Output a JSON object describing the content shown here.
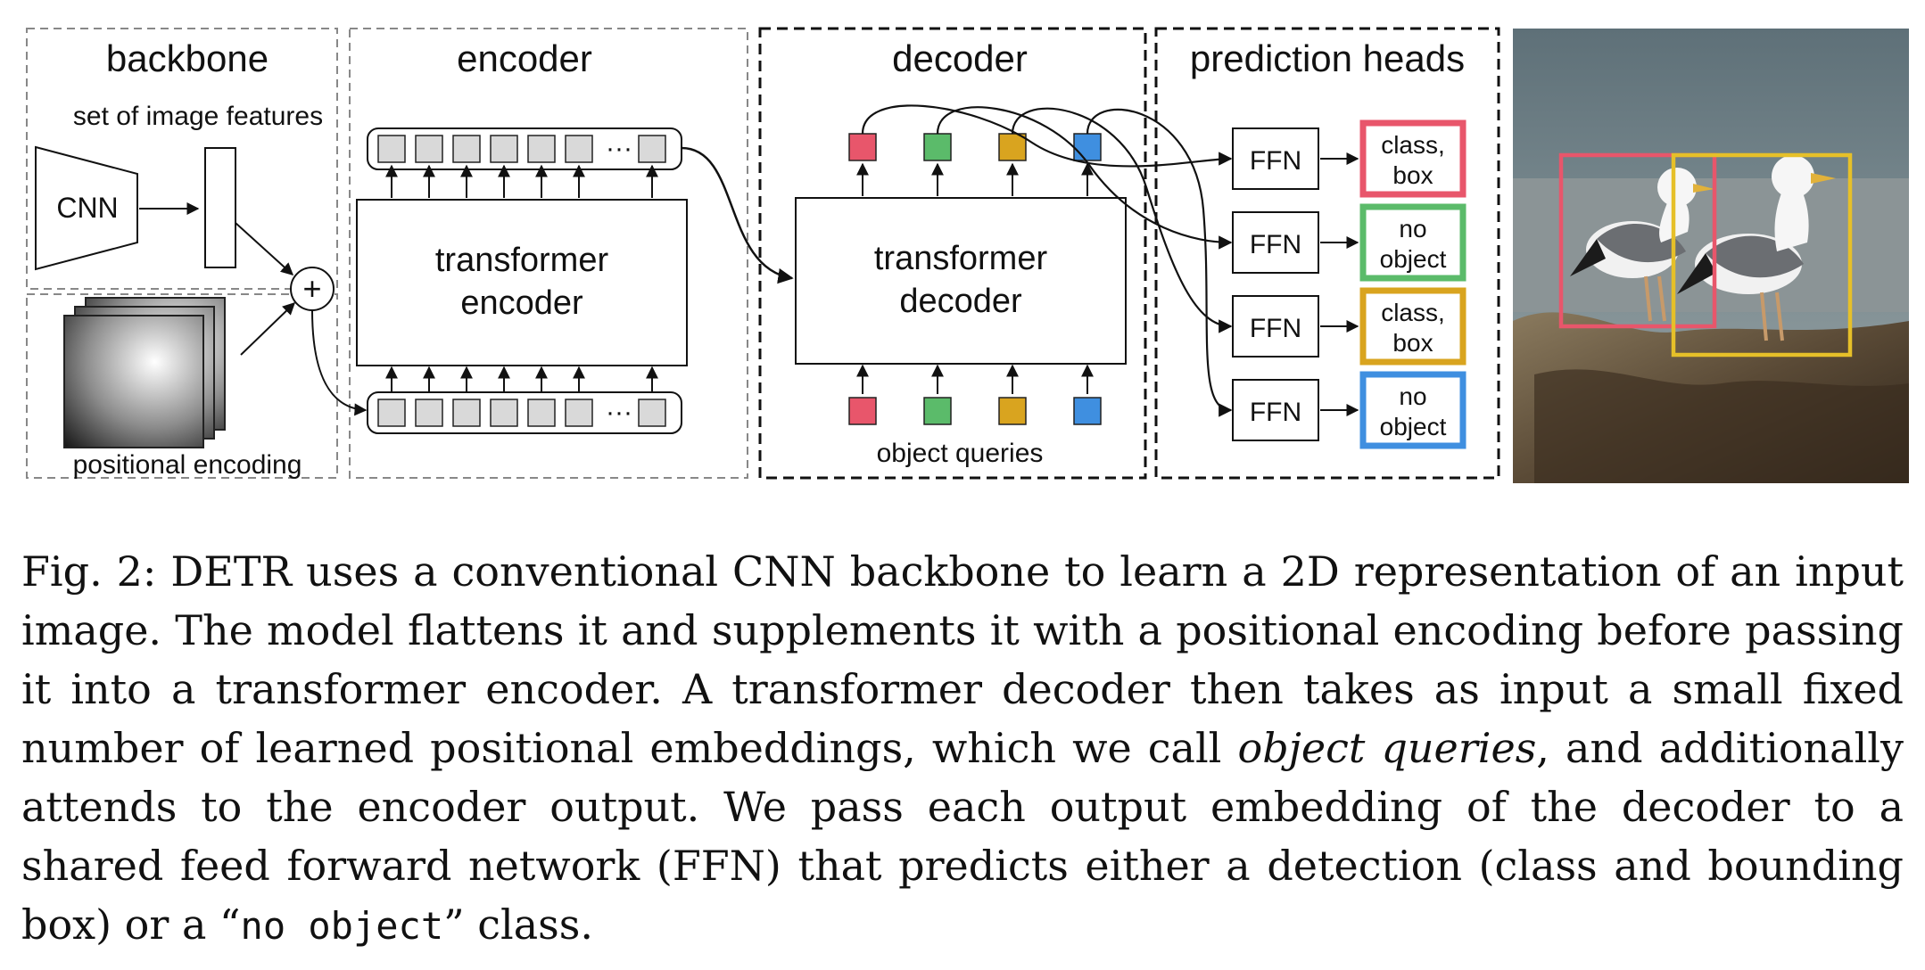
{
  "figure": {
    "sections": {
      "backbone": "backbone",
      "encoder": "encoder",
      "decoder": "decoder",
      "prediction_heads": "prediction heads"
    },
    "labels": {
      "set_of_image_features": "set of image features",
      "cnn": "CNN",
      "plus": "+",
      "positional_encoding": "positional encoding",
      "ellipsis": "···",
      "transformer_encoder_line1": "transformer",
      "transformer_encoder_line2": "encoder",
      "transformer_decoder_line1": "transformer",
      "transformer_decoder_line2": "decoder",
      "object_queries": "object queries"
    },
    "heads": [
      {
        "ffn": "FFN",
        "line1": "class,",
        "line2": "box",
        "color": "#e8566b"
      },
      {
        "ffn": "FFN",
        "line1": "no",
        "line2": "object",
        "color": "#5bbb6a"
      },
      {
        "ffn": "FFN",
        "line1": "class,",
        "line2": "box",
        "color": "#d9a41f"
      },
      {
        "ffn": "FFN",
        "line1": "no",
        "line2": "object",
        "color": "#3f8fe0"
      }
    ],
    "query_colors": [
      "#e8566b",
      "#5bbb6a",
      "#d9a41f",
      "#3f8fe0"
    ],
    "token_fill": "#d9d9d9"
  },
  "caption": {
    "prefix": "Fig. 2:",
    "text_1": "DETR uses a conventional CNN backbone to learn a 2D representation of an input image. The model flattens it and supplements it with a positional encoding before passing it into a transformer encoder. A transformer decoder then takes as input a small fixed number of learned positional embeddings, which we call ",
    "emphasis": "object queries",
    "text_2": ", and additionally attends to the encoder output. We pass each output embedding of the decoder to a shared feed forward network (FFN) that predicts either a detection (class and bounding box) or a “",
    "mono": "no object",
    "text_3": "” class."
  }
}
